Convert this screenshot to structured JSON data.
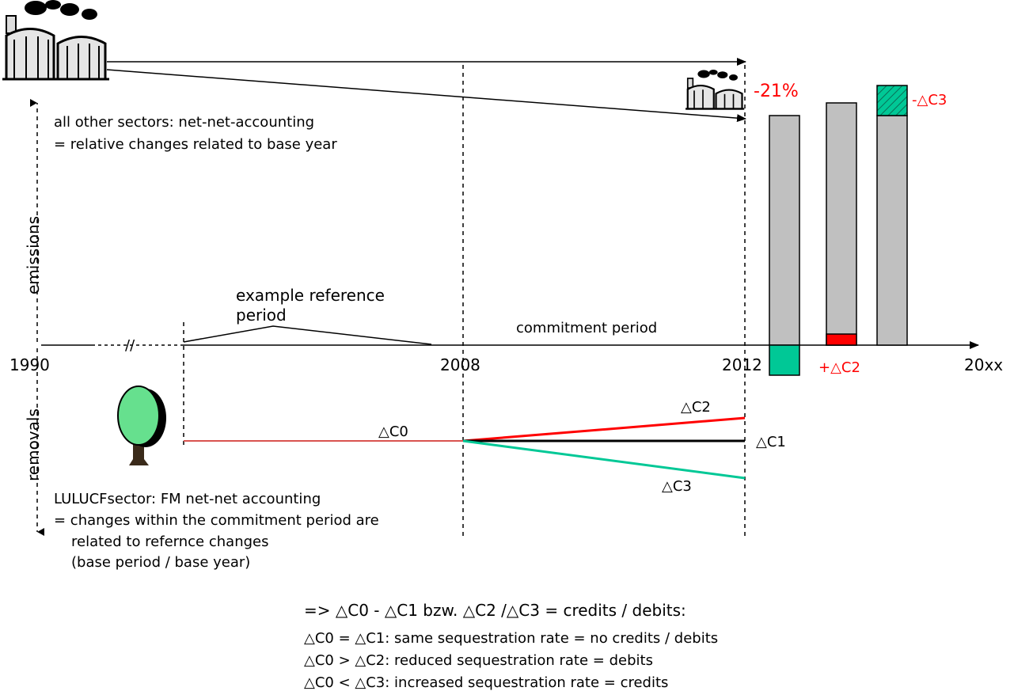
{
  "axis": {
    "y_upper_label": "emissions",
    "y_lower_label": "removals",
    "x_ticks": {
      "t1990": "1990",
      "break": "//",
      "t2008": "2008",
      "t2012": "2012",
      "t20xx": "20xx"
    }
  },
  "labels": {
    "other_sectors_line1": "all other sectors: net-net-accounting",
    "other_sectors_line2": "= relative changes related to base year",
    "example_ref_line1": "example reference",
    "example_ref_line2": "period",
    "commitment_period": "commitment period",
    "lulucf_line1": "LULUCFsector: FM net-net accounting",
    "lulucf_line2": "= changes within the commitment period are",
    "lulucf_line3": "related to refernce changes",
    "lulucf_line4": "(base period / base year)"
  },
  "deltas": {
    "c0": "△C0",
    "c1": "△C1",
    "c2": "△C2",
    "c3": "△C3",
    "bar_pct": "-21%",
    "bar_plus_c2": "+△C2",
    "bar_minus_c3": "-△C3"
  },
  "legend": {
    "line1": "=> △C0 - △C1 bzw. △C2 /△C3 = credits / debits:",
    "line2": "△C0 = △C1: same sequestration rate = no credits / debits",
    "line3": "△C0 > △C2: reduced sequestration rate = debits",
    "line4": "△C0 < △C3: increased sequestration rate = credits"
  },
  "colors": {
    "bar_gray": "#c0c0c0",
    "teal": "#00c896",
    "red": "#ff0000"
  },
  "icons": {
    "factory_large": "factory-icon",
    "factory_small": "factory-icon",
    "tree": "tree-icon"
  }
}
